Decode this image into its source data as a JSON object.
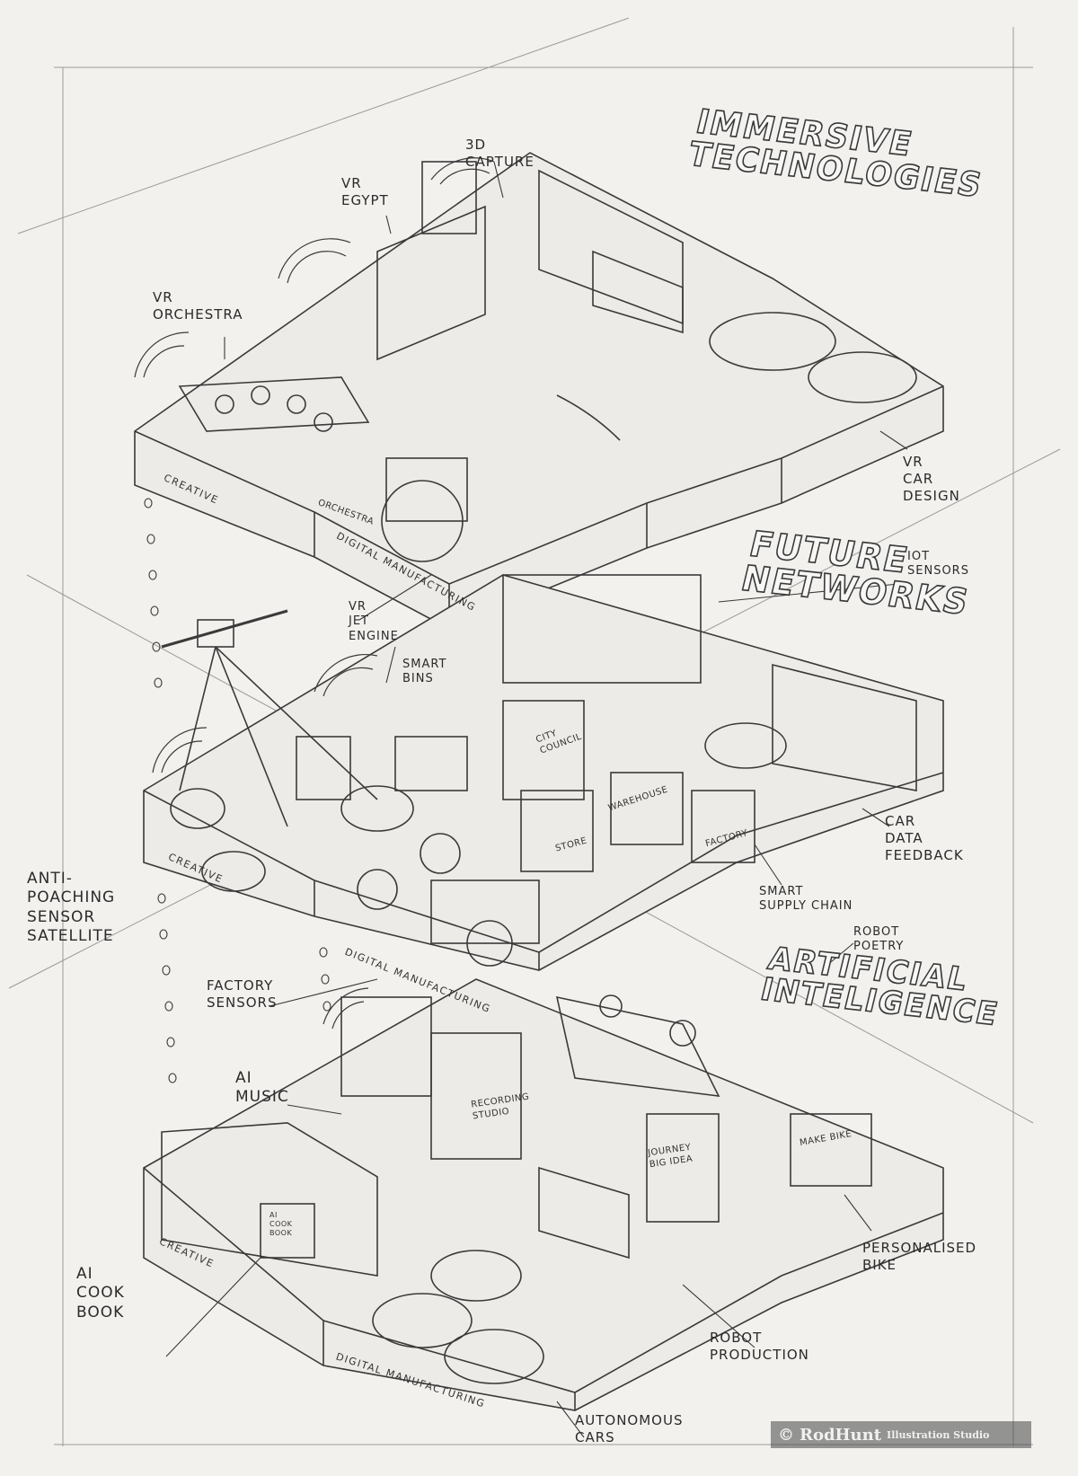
{
  "sections": {
    "immersive": "IMMERSIVE\nTECHNOLOGIES",
    "networks": "FUTURE\nNETWORKS",
    "ai": "ARTIFICIAL\nINTELIGENCE"
  },
  "labels": {
    "capture_3d": "3D\nCAPTURE",
    "vr_egypt": "VR\nEGYPT",
    "vr_orchestra": "VR\nORCHESTRA",
    "vr_car_design": "VR\nCAR\nDESIGN",
    "vr_jet_engine": "VR\nJET\nENGINE",
    "iot_sensors": "IoT\nSENSORS",
    "smart_bins": "SMART\nBINS",
    "anti_poaching": "ANTI-\nPOACHING\nSENSOR\nSATELLITE",
    "car_data_feedback": "CAR\nDATA\nFEEDBACK",
    "smart_supply_chain": "SMART\nSUPPLY CHAIN",
    "robot_poetry": "ROBOT\nPOETRY",
    "factory_sensors": "FACTORY\nSENSORS",
    "ai_music": "AI\nMUSIC",
    "ai_cook_book": "AI\nCOOK\nBOOK",
    "robot_production": "ROBOT\nPRODUCTION",
    "autonomous_cars": "AUTONOMOUS\nCARS",
    "personalised_bike": "PERSONALISED\nBIKE"
  },
  "platforms": {
    "creative_1": "CREATIVE",
    "digital_manufacturing_1": "DIGITAL MANUFACTURING",
    "creative_2": "CREATIVE",
    "digital_manufacturing_2": "DIGITAL MANUFACTURING",
    "creative_3": "CREATIVE",
    "digital_manufacturing_3": "DIGITAL MANUFACTURING"
  },
  "signs": {
    "orchestra": "ORCHESTRA",
    "city_council": "CITY\nCOUNCIL",
    "warehouse": "WAREHOUSE",
    "store": "STORE",
    "factory": "FACTORY",
    "recording_studio": "RECORDING\nSTUDIO",
    "journey_big_idea": "JOURNEY\nBIG IDEA",
    "make_bike": "MAKE BIKE",
    "ai_cook_book_sign": "AI\nCOOK\nBOOK"
  },
  "watermark": {
    "copyright": "©",
    "name": "RodHunt",
    "sub": "Illustration Studio"
  },
  "colors": {
    "paper": "#f2f1ee",
    "pencil": "#3a3a3a",
    "light_pencil": "#8a8a8a"
  }
}
